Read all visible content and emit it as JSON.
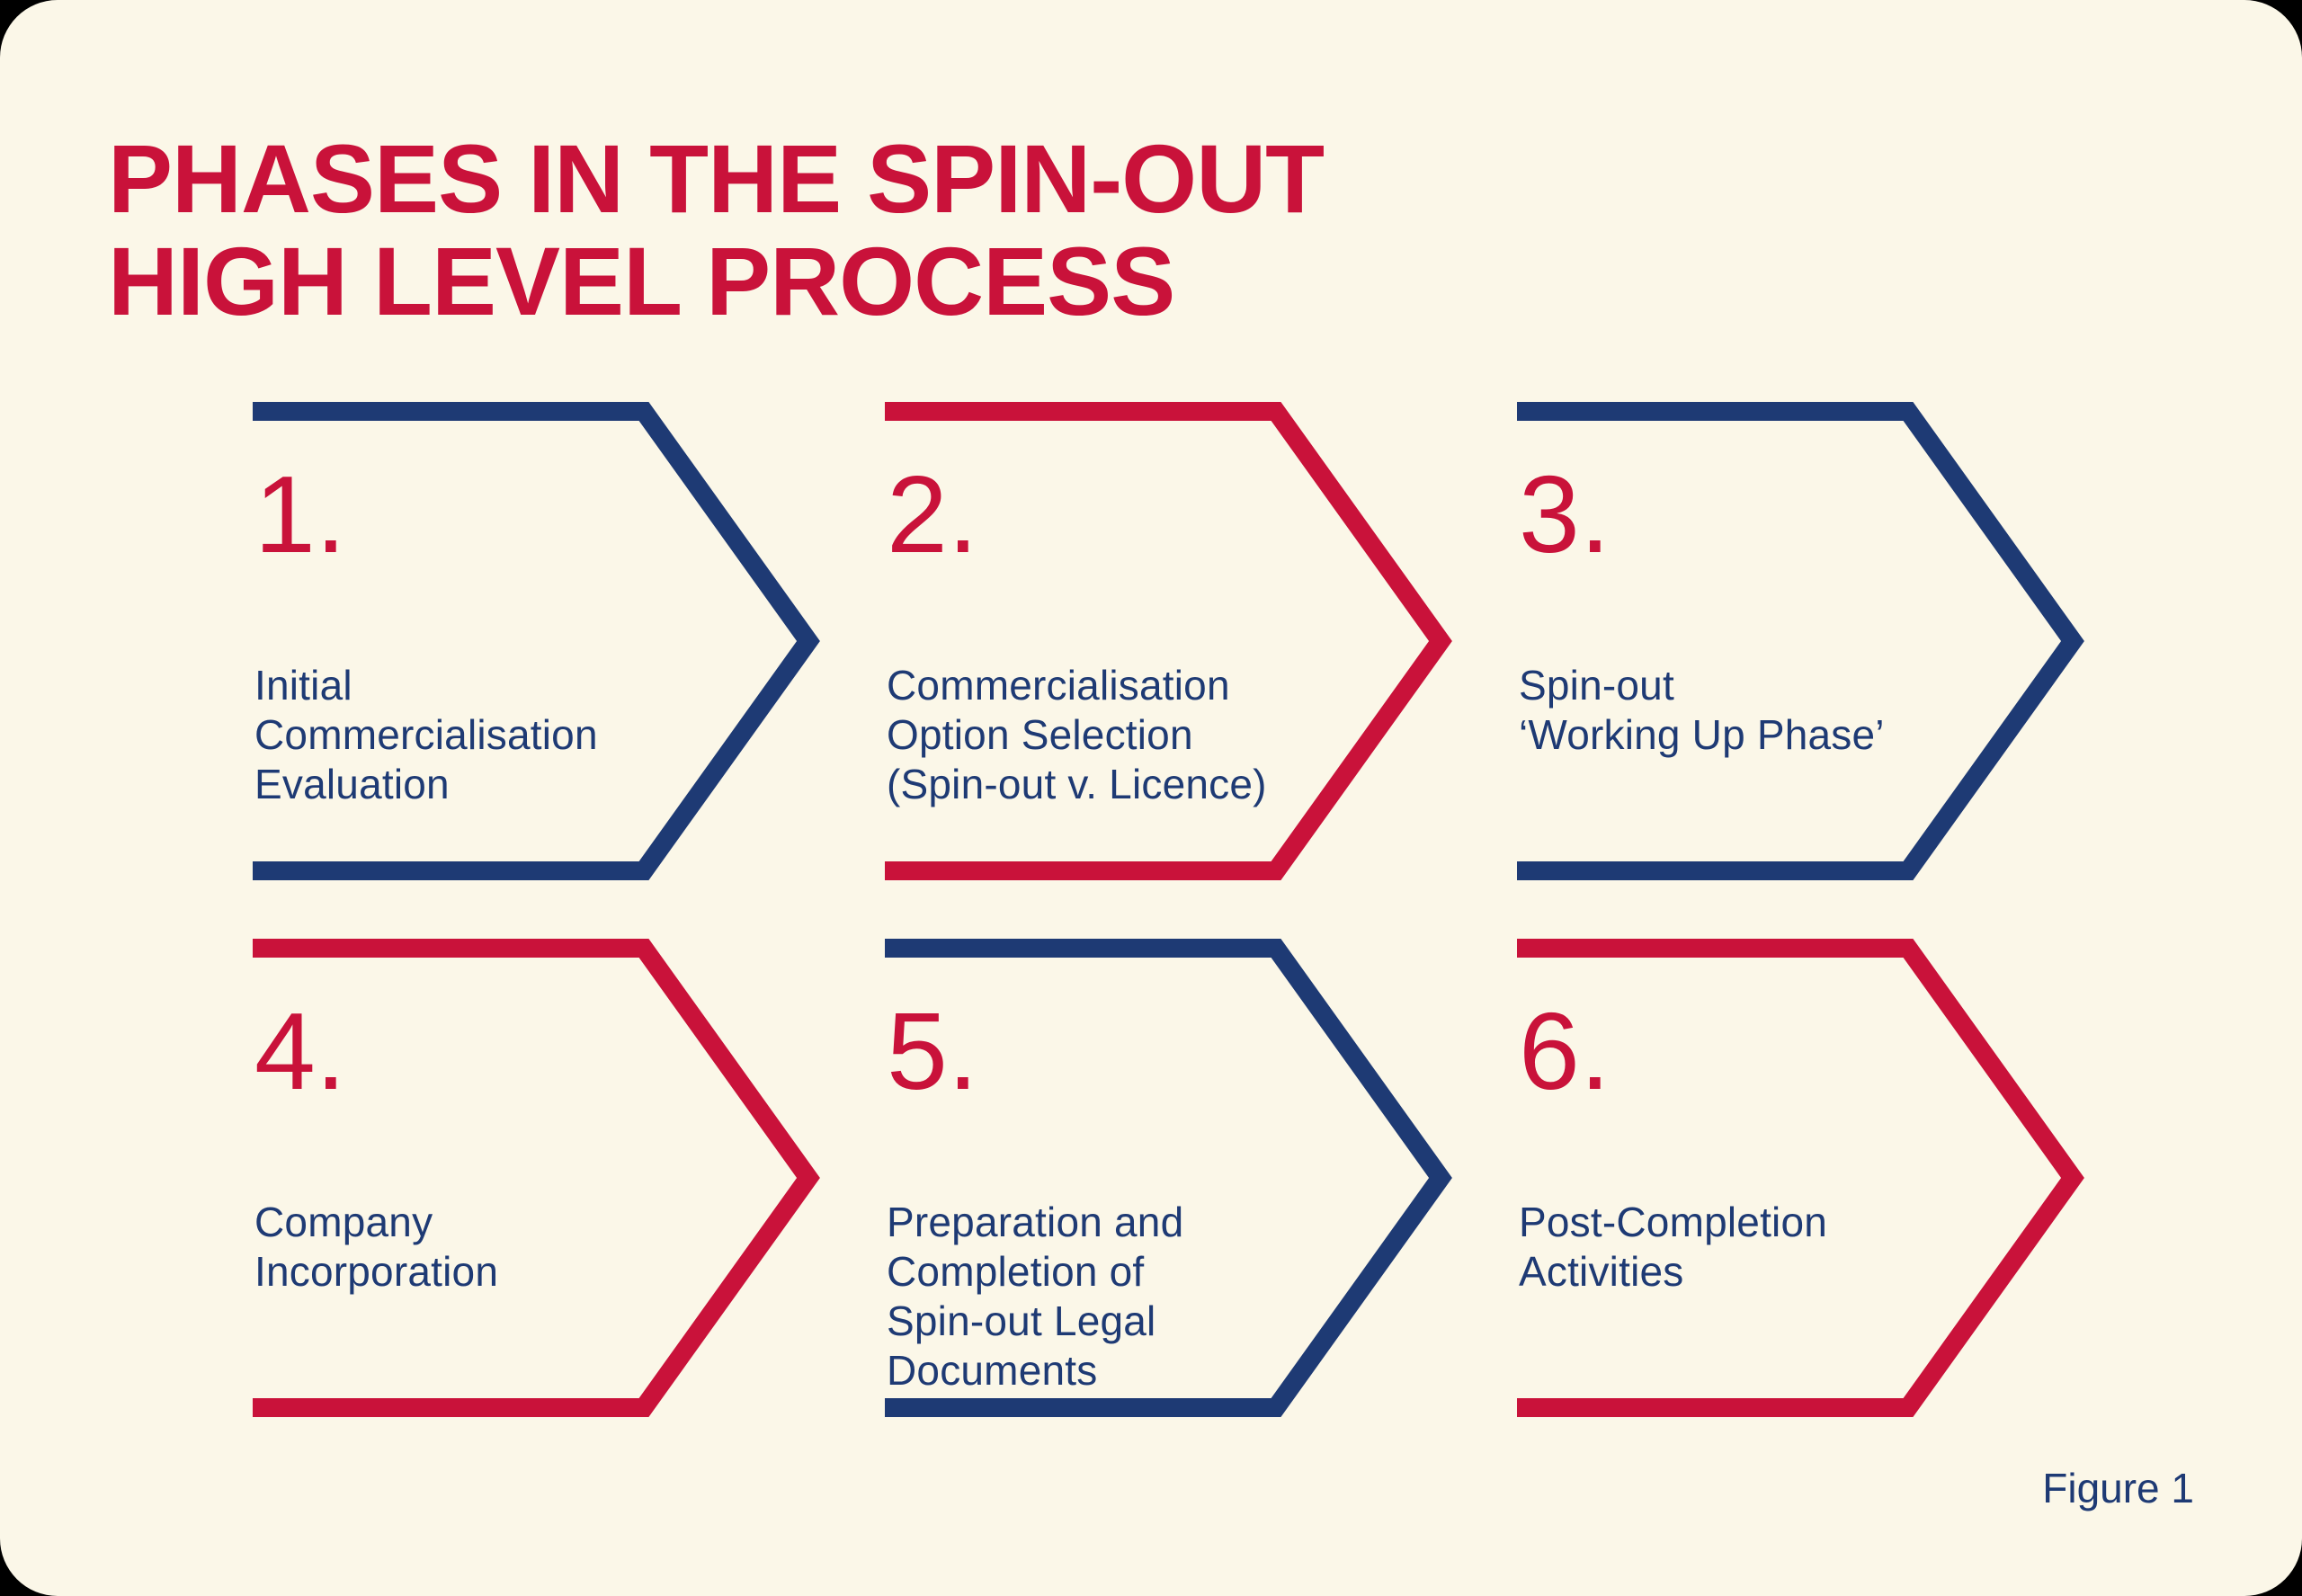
{
  "colors": {
    "cream": "#FBF7E8",
    "red": "#C9123A",
    "blue": "#1E3A74"
  },
  "title": {
    "line1": "PHASES IN THE SPIN-OUT",
    "line2": "HIGH LEVEL PROCESS"
  },
  "figure_caption": "Figure 1",
  "phases": [
    {
      "number": "1.",
      "label": "Initial\nCommercialisation\nEvaluation",
      "outline_color": "#1E3A74"
    },
    {
      "number": "2.",
      "label": "Commercialisation\nOption Selection\n(Spin-out v. Licence)",
      "outline_color": "#C9123A"
    },
    {
      "number": "3.",
      "label": "Spin-out\n‘Working Up Phase’",
      "outline_color": "#1E3A74"
    },
    {
      "number": "4.",
      "label": "Company\nIncorporation",
      "outline_color": "#C9123A"
    },
    {
      "number": "5.",
      "label": "Preparation and\nCompletion of\nSpin-out Legal\nDocuments",
      "outline_color": "#1E3A74"
    },
    {
      "number": "6.",
      "label": "Post-Completion\nActivities",
      "outline_color": "#C9123A"
    }
  ]
}
